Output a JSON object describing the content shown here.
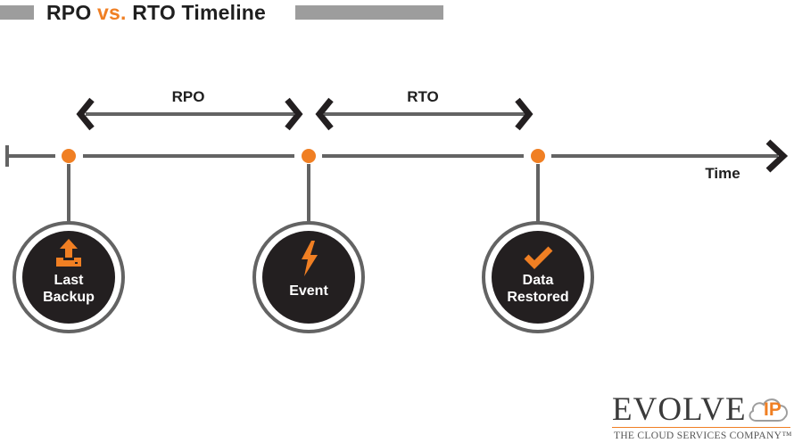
{
  "title": {
    "part1": "RPO",
    "part2": "vs.",
    "part3": "RTO Timeline"
  },
  "spans": {
    "rpo": "RPO",
    "rto": "RTO"
  },
  "axis_label": "Time",
  "nodes": [
    {
      "line1": "Last",
      "line2": "Backup",
      "icon": "upload-icon"
    },
    {
      "line1": "Event",
      "line2": "",
      "icon": "lightning-bolt-icon"
    },
    {
      "line1": "Data",
      "line2": "Restored",
      "icon": "check-icon"
    }
  ],
  "logo": {
    "word": "EVOLVE",
    "suffix": "IP",
    "tagline": "THE CLOUD SERVICES COMPANY™"
  },
  "colors": {
    "accent": "#f07f23",
    "line": "#636363",
    "node_fill": "#231f20",
    "ring": "#636363"
  }
}
